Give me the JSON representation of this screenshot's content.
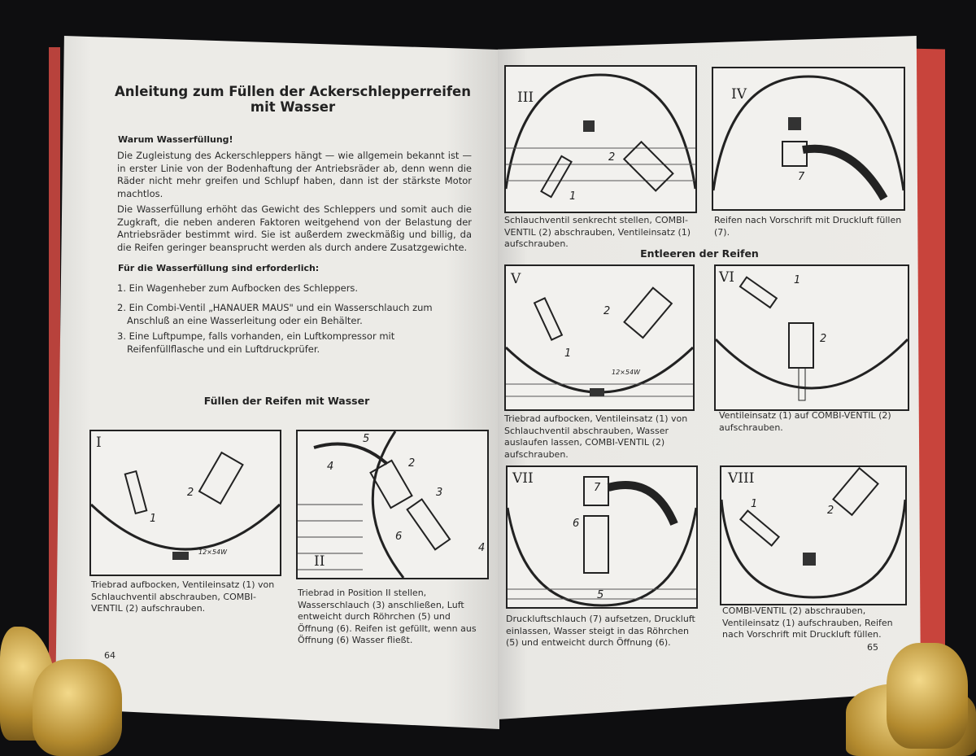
{
  "left_page": {
    "title_line1": "Anleitung zum Füllen der Ackerschlepperreifen",
    "title_line2": "mit Wasser",
    "section1_heading": "Warum Wasserfüllung!",
    "para1": "Die Zugleistung des Ackerschleppers hängt — wie allgemein bekannt ist — in erster Linie von der Bodenhaftung der Antriebsräder ab, denn wenn die Räder nicht mehr greifen und Schlupf haben, dann ist der stärkste Motor machtlos.",
    "para2": "Die Wasserfüllung erhöht das Gewicht des Schleppers und somit auch die Zugkraft, die neben anderen Faktoren weitgehend von der Belastung der Antriebsräder bestimmt wird. Sie ist außerdem zweckmäßig und billig, da die Reifen geringer beansprucht werden als durch andere Zusatzgewichte.",
    "section2_heading": "Für die Wasserfüllung sind erforderlich:",
    "requirements": [
      "1. Ein Wagenheber zum Aufbocken des Schleppers.",
      "2. Ein Combi-Ventil „HANAUER MAUS\" und ein Wasserschlauch zum Anschluß an eine Wasserleitung oder ein Behälter.",
      "3. Eine Luftpumpe, falls vorhanden, ein Luftkompressor mit Reifenfüllflasche und ein Luftdruckprüfer."
    ],
    "section3_heading": "Füllen der Reifen mit Wasser",
    "page_number": "64"
  },
  "right_page": {
    "section_heading": "Entleeren der Reifen",
    "page_number": "65"
  },
  "figures": [
    {
      "numeral": "I",
      "labels": [
        "1",
        "2",
        "12×54W"
      ],
      "caption": "Triebrad aufbocken, Ventileinsatz (1) von Schlauchventil abschrauben, COMBI-VENTIL (2) aufschrauben."
    },
    {
      "numeral": "II",
      "labels": [
        "5",
        "4",
        "2",
        "3",
        "6",
        "4"
      ],
      "caption": "Triebrad in Position II stellen, Wasserschlauch (3) anschließen, Luft entweicht durch Röhrchen (5) und Öffnung (6). Reifen ist gefüllt, wenn aus Öffnung (6) Wasser fließt."
    },
    {
      "numeral": "III",
      "labels": [
        "2",
        "1"
      ],
      "caption": "Schlauchventil senkrecht stellen, COMBI-VENTIL (2) abschrauben, Ventileinsatz (1) aufschrauben."
    },
    {
      "numeral": "IV",
      "labels": [
        "7"
      ],
      "caption": "Reifen nach Vorschrift mit Druckluft füllen (7)."
    },
    {
      "numeral": "V",
      "labels": [
        "2",
        "1",
        "12×54W"
      ],
      "caption": "Triebrad aufbocken, Ventileinsatz (1) von Schlauchventil abschrauben, Wasser auslaufen lassen, COMBI-VENTIL (2) aufschrauben."
    },
    {
      "numeral": "VI",
      "labels": [
        "1",
        "2"
      ],
      "caption": "Ventileinsatz (1) auf COMBI-VENTIL (2) aufschrauben."
    },
    {
      "numeral": "VII",
      "labels": [
        "7",
        "6",
        "5"
      ],
      "caption": "Druckluftschlauch (7) aufsetzen, Druckluft einlassen, Wasser steigt in das Röhrchen (5) und entweicht durch Öffnung (6)."
    },
    {
      "numeral": "VIII",
      "labels": [
        "1",
        "2"
      ],
      "caption": "COMBI-VENTIL (2) abschrauben, Ventileinsatz (1) aufschrauben, Reifen nach Vorschrift mit Druckluft füllen."
    }
  ],
  "colors": {
    "page": "#e9e8e4",
    "ink": "#2a2a2a",
    "cover": "#c8443c",
    "background": "#0e0e10",
    "brass": "#c9a24a"
  }
}
